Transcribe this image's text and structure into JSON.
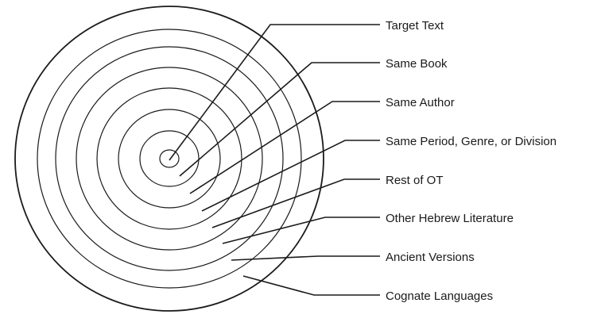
{
  "labels": [
    "Target Text",
    "Same Book",
    "Same Author",
    "Same Period, Genre, or Division",
    "Rest of OT",
    "Other Hebrew Literature",
    "Ancient Versions",
    "Cognate Languages"
  ],
  "colors": {
    "stroke": "#1a1a1a",
    "background": "#ffffff"
  }
}
